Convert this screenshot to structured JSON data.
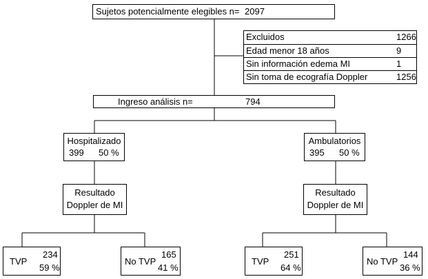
{
  "eligibles": {
    "label": "Sujetos potencialmente elegibles n=",
    "value": "2097"
  },
  "excluded": {
    "rows": [
      {
        "label": "Excluidos",
        "value": "1266"
      },
      {
        "label": "Edad menor 18 años",
        "value": "9"
      },
      {
        "label": "Sin información edema MI",
        "value": "1"
      },
      {
        "label": "Sin toma de ecografía Doppler",
        "value": "1256"
      }
    ]
  },
  "analysis": {
    "label": "Ingreso análisis n=",
    "value": "794"
  },
  "hospitalized": {
    "title": "Hospitalizado",
    "n": "399",
    "pct": "50 %",
    "result_line1": "Resultado",
    "result_line2": "Doppler de MI",
    "tvp": {
      "label": "TVP",
      "n": "234",
      "pct": "59 %"
    },
    "no_tvp": {
      "label": "No TVP",
      "n": "165",
      "pct": "41 %"
    }
  },
  "ambulatory": {
    "title": "Ambulatorios",
    "n": "395",
    "pct": "50 %",
    "result_line1": "Resultado",
    "result_line2": "Doppler de MI",
    "tvp": {
      "label": "TVP",
      "n": "251",
      "pct": "64 %"
    },
    "no_tvp": {
      "label": "No TVP",
      "n": "144",
      "pct": "36 %"
    }
  }
}
